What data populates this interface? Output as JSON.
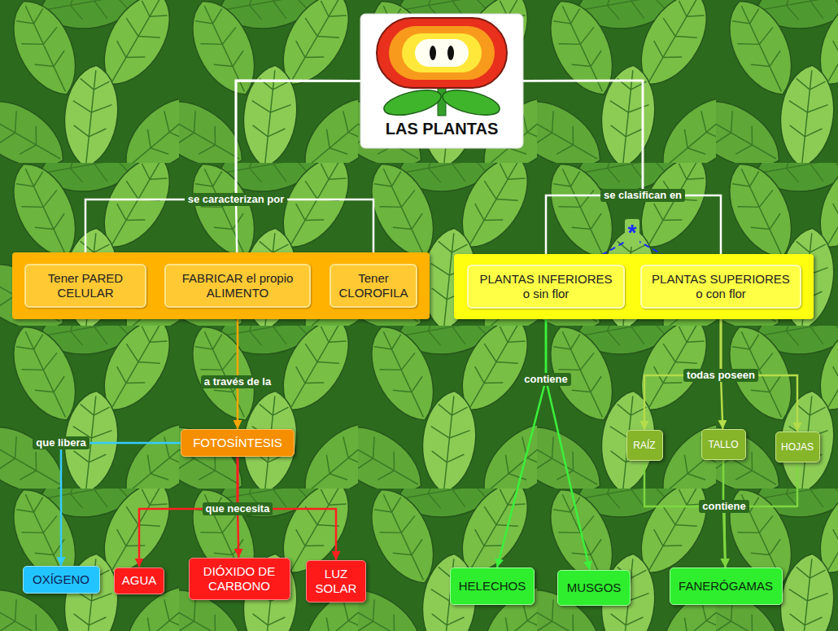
{
  "diagram": {
    "nodes": [
      {
        "text": [
          "LAS PLANTAS"
        ]
      },
      {
        "text": []
      },
      {
        "text": [
          "Tener PARED CELULAR"
        ],
        "in": 1
      },
      {
        "text": [
          "FABRICAR el propio ALIMENTO"
        ],
        "in": 1
      },
      {
        "text": [
          "Tener CLOROFILA"
        ],
        "in": 1
      },
      {
        "text": []
      },
      {
        "text": [
          "PLANTAS INFERIORES o sin flor"
        ],
        "in": 5
      },
      {
        "text": [
          "PLANTAS SUPERIORES o con flor"
        ],
        "in": 5
      },
      {
        "text": [
          "FOTOSÍNTESIS"
        ]
      },
      {
        "text": [
          "RAÍZ"
        ]
      },
      {
        "text": [
          "TALLO"
        ]
      },
      {
        "text": [
          "HOJAS"
        ]
      },
      {
        "text": [
          "OXÍGENO"
        ]
      },
      {
        "text": [
          "AGUA"
        ]
      },
      {
        "text": [
          "DIÓXIDO DE CARBONO"
        ]
      },
      {
        "text": [
          "LUZ SOLAR"
        ]
      },
      {
        "text": [
          "HELECHOS"
        ]
      },
      {
        "text": [
          "MUSGOS"
        ]
      },
      {
        "text": [
          "FANERÓGAMAS"
        ]
      }
    ],
    "edges": [
      {
        "from": 0,
        "to": 2,
        "arrow": "to"
      },
      {
        "from": 0,
        "to": 3,
        "label": "se caracterizan por",
        "arrow": "to"
      },
      {
        "from": 0,
        "to": 4,
        "arrow": "to"
      },
      {
        "from": 0,
        "to": 6,
        "label": "se clasifican en",
        "arrow": "to"
      },
      {
        "from": 0,
        "to": 7,
        "arrow": "to"
      },
      {
        "from": 6,
        "to": 7,
        "label": "*",
        "arrow": "none"
      },
      {
        "from": 3,
        "to": 8,
        "label": "a través de la",
        "arrow": "to"
      },
      {
        "from": 8,
        "to": 12,
        "label": "que libera",
        "arrow": "to"
      },
      {
        "from": 8,
        "to": 13,
        "arrow": "to"
      },
      {
        "from": 8,
        "to": 14,
        "label": "que necesita",
        "arrow": "to"
      },
      {
        "from": 8,
        "to": 15,
        "arrow": "to"
      },
      {
        "from": 6,
        "to": 16,
        "label": "contiene",
        "arrow": "to"
      },
      {
        "from": 6,
        "to": 17,
        "arrow": "to"
      },
      {
        "from": 7,
        "to": 9,
        "arrow": "to"
      },
      {
        "from": 7,
        "to": 10,
        "label": "todas poseen",
        "arrow": "to"
      },
      {
        "from": 7,
        "to": 11,
        "arrow": "to"
      },
      {
        "from": 9,
        "to": 18,
        "arrow": "to"
      },
      {
        "from": 10,
        "to": 18,
        "label": "contiene",
        "arrow": "to"
      },
      {
        "from": 11,
        "to": 18,
        "arrow": "to"
      }
    ]
  }
}
